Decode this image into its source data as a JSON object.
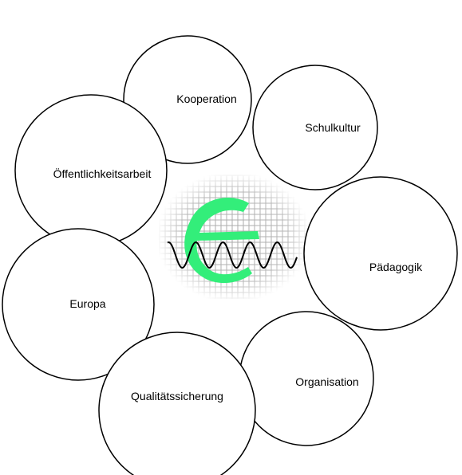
{
  "diagram": {
    "topics": [
      {
        "key": "kooperation",
        "label": "Kooperation"
      },
      {
        "key": "schulkultur",
        "label": "Schulkultur"
      },
      {
        "key": "oeffentlichkeitsarbeit",
        "label": "Öffentlichkeitsarbeit"
      },
      {
        "key": "paedagogik",
        "label": "Pädagogik"
      },
      {
        "key": "europa",
        "label": "Europa"
      },
      {
        "key": "organisation",
        "label": "Organisation"
      },
      {
        "key": "qualitaetssicherung",
        "label": "Qualitätssicherung"
      }
    ],
    "logo": {
      "letter": "E",
      "letter_color": "#33ee7a",
      "grid_color": "#a9a9a9",
      "wave_color": "#000000"
    }
  }
}
